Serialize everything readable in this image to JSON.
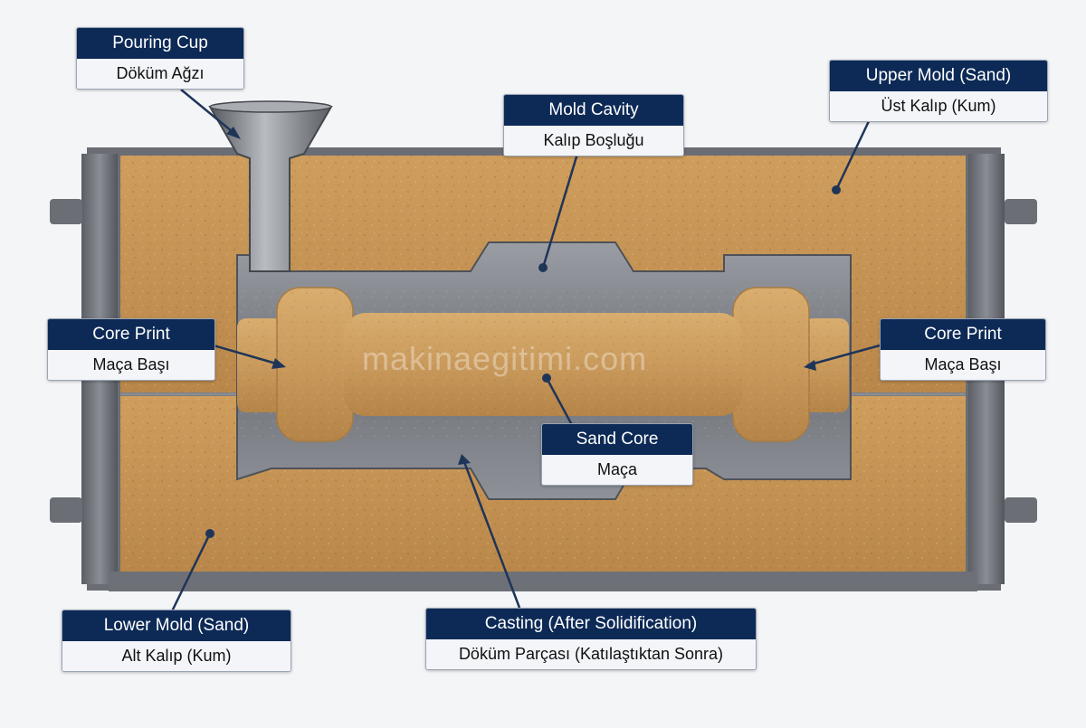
{
  "watermark": "makinaegitimi.com",
  "colors": {
    "label_header": "#0d2a56",
    "label_body": "#f3f5f9",
    "sand": "#c69556",
    "metal": "#7d8187",
    "leader": "#1f3558"
  },
  "labels": {
    "pouring_cup": {
      "en": "Pouring Cup",
      "tr": "Döküm Ağzı"
    },
    "mold_cavity": {
      "en": "Mold Cavity",
      "tr": "Kalıp Boşluğu"
    },
    "upper_mold": {
      "en": "Upper Mold (Sand)",
      "tr": "Üst Kalıp (Kum)"
    },
    "core_print_left": {
      "en": "Core Print",
      "tr": "Maça Başı"
    },
    "core_print_right": {
      "en": "Core Print",
      "tr": "Maça Başı"
    },
    "sand_core": {
      "en": "Sand Core",
      "tr": "Maça"
    },
    "lower_mold": {
      "en": "Lower Mold (Sand)",
      "tr": "Alt Kalıp (Kum)"
    },
    "casting": {
      "en": "Casting (After Solidification)",
      "tr": "Döküm Parçası (Katılaştıktan Sonra)"
    }
  }
}
